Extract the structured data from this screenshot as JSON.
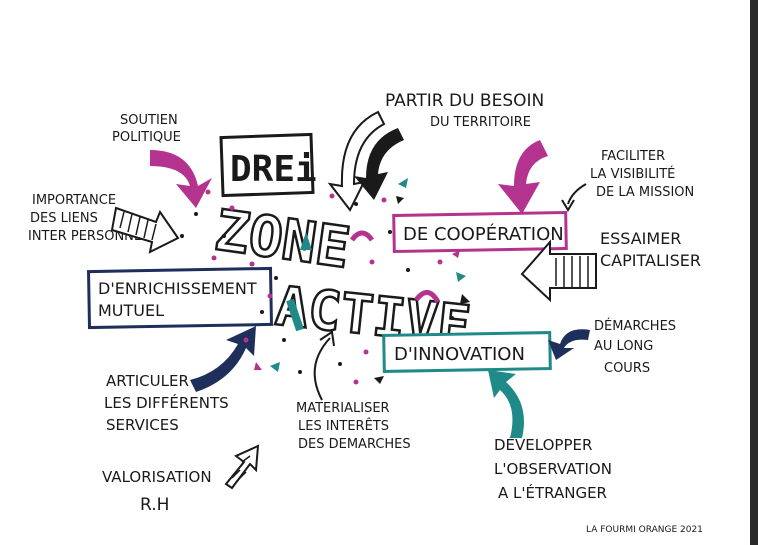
{
  "colors": {
    "ink": "#1a1a1a",
    "magenta": "#b4338f",
    "teal": "#1f8a88",
    "navy": "#1e2f5c",
    "grey": "#8a8a8a"
  },
  "center": {
    "drei": "DREi",
    "zone": "ZONE",
    "active": "ACTIVE"
  },
  "boxes": {
    "cooperation": "DE COOPÉRATION",
    "enrichissement_1": "D'ENRICHISSEMENT",
    "enrichissement_2": "MUTUEL",
    "innovation": "D'INNOVATION"
  },
  "notes": {
    "soutien_1": "SOUTIEN",
    "soutien_2": "POLITIQUE",
    "partir_1": "PARTIR DU BESOIN",
    "partir_2": "DU TERRITOIRE",
    "faciliter_1": "FACILITER",
    "faciliter_2": "LA VISIBILITÉ",
    "faciliter_3": "DE LA MISSION",
    "importance_1": "IMPORTANCE",
    "importance_2": "DES LIENS",
    "importance_3": "INTER PERSONNELS",
    "essaimer_1": "ESSAIMER",
    "essaimer_2": "CAPITALISER",
    "demarches_1": "DÉMARCHES",
    "demarches_2": "AU LONG",
    "demarches_3": "COURS",
    "articuler_1": "ARTICULER",
    "articuler_2": "LES DIFFÉRENTS",
    "articuler_3": "SERVICES",
    "materialiser_1": "MATERIALISER",
    "materialiser_2": "LES INTERÊTS",
    "materialiser_3": "DES DEMARCHES",
    "developper_1": "DÉVELOPPER",
    "developper_2": "L'OBSERVATION",
    "developper_3": "A L'ÉTRANGER",
    "valorisation_1": "VALORISATION",
    "valorisation_2": "R.H"
  },
  "signature": "LA FOURMI ORANGE 2021"
}
